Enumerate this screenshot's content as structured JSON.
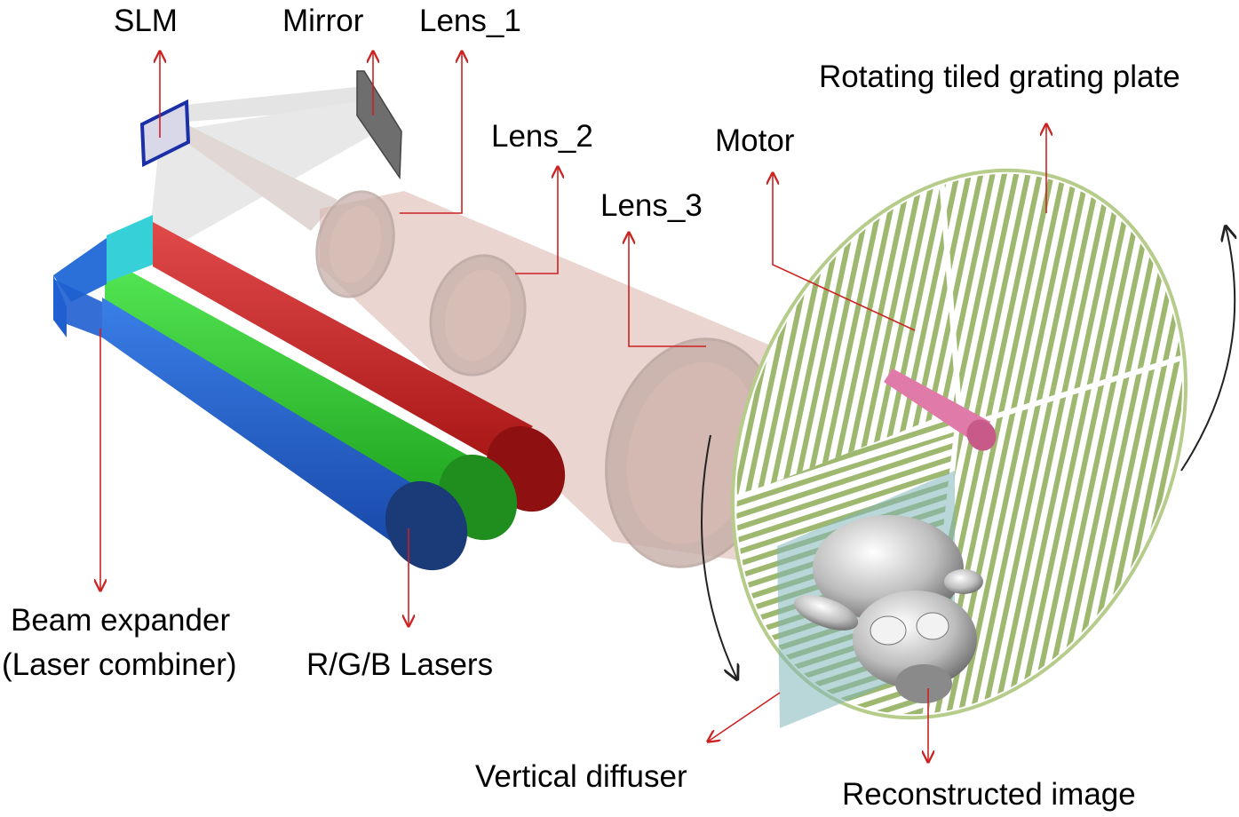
{
  "labels": {
    "slm": "SLM",
    "mirror": "Mirror",
    "lens_1": "Lens_1",
    "lens_2": "Lens_2",
    "lens_3": "Lens_3",
    "motor": "Motor",
    "grating_plate": "Rotating tiled grating plate",
    "beam_expander_line1": "Beam expander",
    "beam_expander_line2": "(Laser combiner)",
    "lasers": "R/G/B Lasers",
    "vertical_diffuser": "Vertical diffuser",
    "reconstructed_image": "Reconstructed image"
  },
  "colors": {
    "callout_arrow": "#cc2222",
    "red_laser": "#d42a2a",
    "green_laser": "#2fd22f",
    "blue_laser": "#1f5fd0",
    "cyan_expander": "#35d0d8",
    "beam": "#d9b3aa",
    "grating": "#9fb870",
    "diffuser": "#7fb4b8",
    "motor": "#e07aa8",
    "slm_frame": "#1a2fa8",
    "mirror": "#6e6e6e"
  },
  "icons": {
    "head": "monkey-head-icon"
  }
}
